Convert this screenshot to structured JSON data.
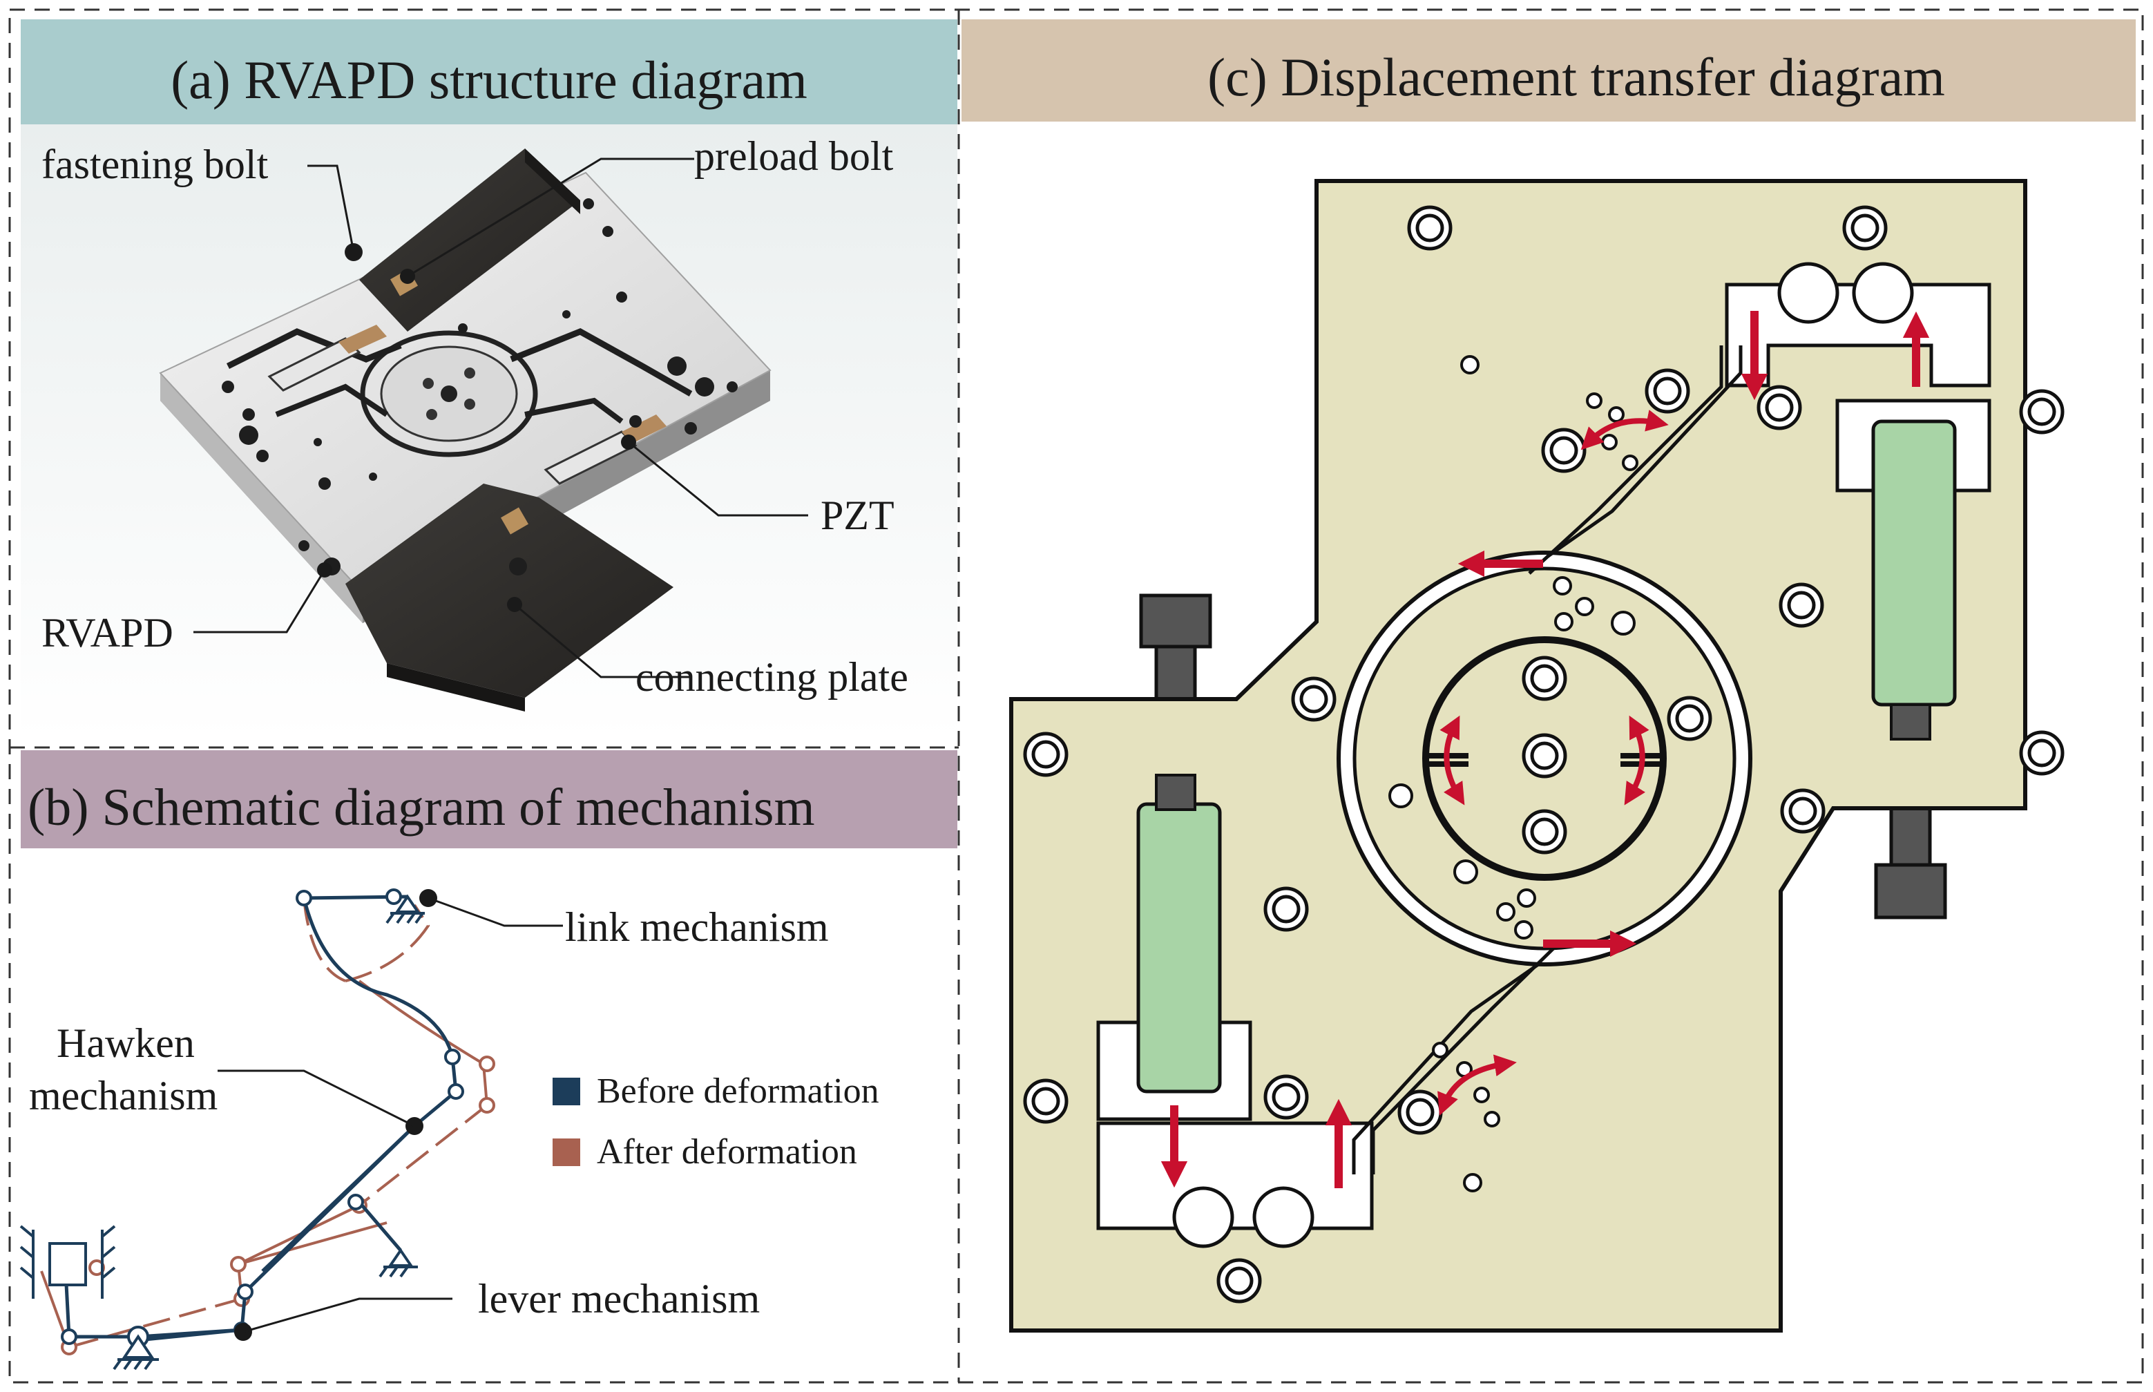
{
  "panels": {
    "a": {
      "title": "(a) RVAPD structure diagram",
      "header_color": "#a9cccd"
    },
    "b": {
      "title": "(b) Schematic diagram of mechanism",
      "header_color": "#b7a0b0"
    },
    "c": {
      "title": "(c) Displacement transfer diagram",
      "header_color": "#d6c4ae"
    }
  },
  "labels_a": {
    "fastening_bolt": "fastening bolt",
    "preload_bolt": "preload bolt",
    "pzt": "PZT",
    "rvapd": "RVAPD",
    "connecting_plate": "connecting plate"
  },
  "labels_b": {
    "link_mechanism": "link mechanism",
    "hawken_line1": "Hawken",
    "hawken_line2": "mechanism",
    "lever_mechanism": "lever mechanism",
    "legend": [
      {
        "label": "Before deformation",
        "color": "#1c3d5a"
      },
      {
        "label": "After deformation",
        "color": "#a86150"
      }
    ]
  },
  "colors": {
    "plate": "#e5e2bf",
    "pzt": "#a8d4a6",
    "arrow": "#c8102e",
    "bolt": "#555555"
  }
}
